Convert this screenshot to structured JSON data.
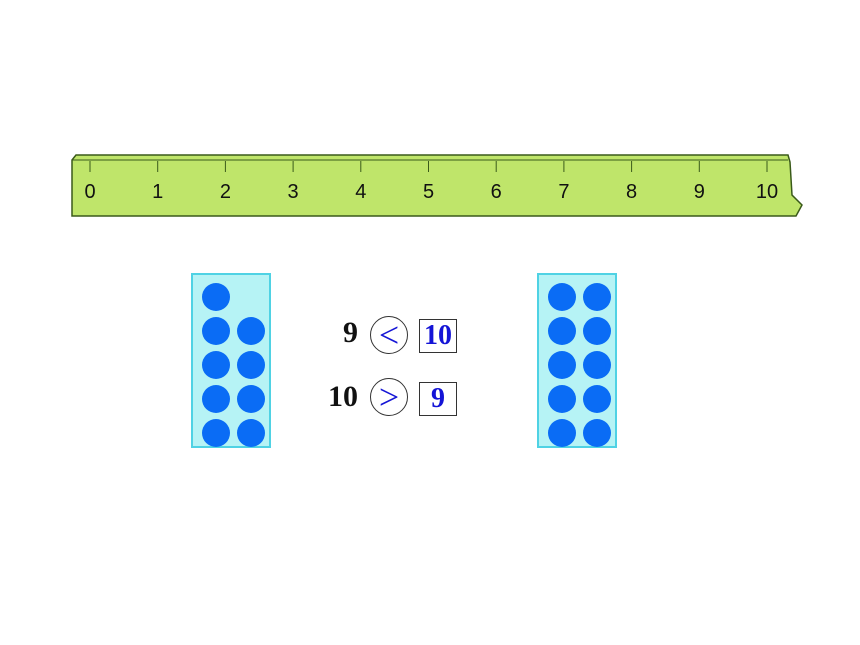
{
  "ruler": {
    "labels": [
      "0",
      "1",
      "2",
      "3",
      "4",
      "5",
      "6",
      "7",
      "8",
      "9",
      "10"
    ],
    "fill": "#bfe56a",
    "stroke": "#3a5a1a"
  },
  "left_frame": {
    "dots": 9
  },
  "right_frame": {
    "dots": 10
  },
  "comparisons": [
    {
      "left": "9",
      "sign": "<",
      "right": "10"
    },
    {
      "left": "10",
      "sign": ">",
      "right": "9"
    }
  ],
  "colors": {
    "dot": "#0a6cf5",
    "frame": "#b6f3f5",
    "answer": "#1414d6"
  }
}
